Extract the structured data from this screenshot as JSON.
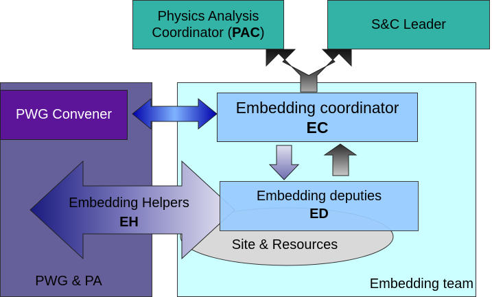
{
  "colors": {
    "pwg_region": "#66609a",
    "team_region": "#ccffff",
    "top_boxes": "#33b3a6",
    "convener": "#5c1499",
    "ec_ed": "#99ccff",
    "ellipse": "#d9d9d9",
    "arrow_blue": "#0000aa",
    "arrow_dark": "#333333"
  },
  "boxes": {
    "pac": {
      "line1": "Physics Analysis",
      "line2_prefix": "Coordinator (",
      "line2_bold": "PAC",
      "line2_suffix": ")"
    },
    "sc": {
      "label": "S&C Leader"
    },
    "convener": {
      "label": "PWG Convener"
    },
    "ec": {
      "title": "Embedding coordinator",
      "abbr": "EC"
    },
    "ed": {
      "title": "Embedding deputies",
      "abbr": "ED"
    },
    "eh": {
      "title": "Embedding Helpers",
      "abbr": "EH"
    }
  },
  "regions": {
    "pwg": "PWG & PA",
    "team": "Embedding team",
    "site": "Site & Resources"
  }
}
